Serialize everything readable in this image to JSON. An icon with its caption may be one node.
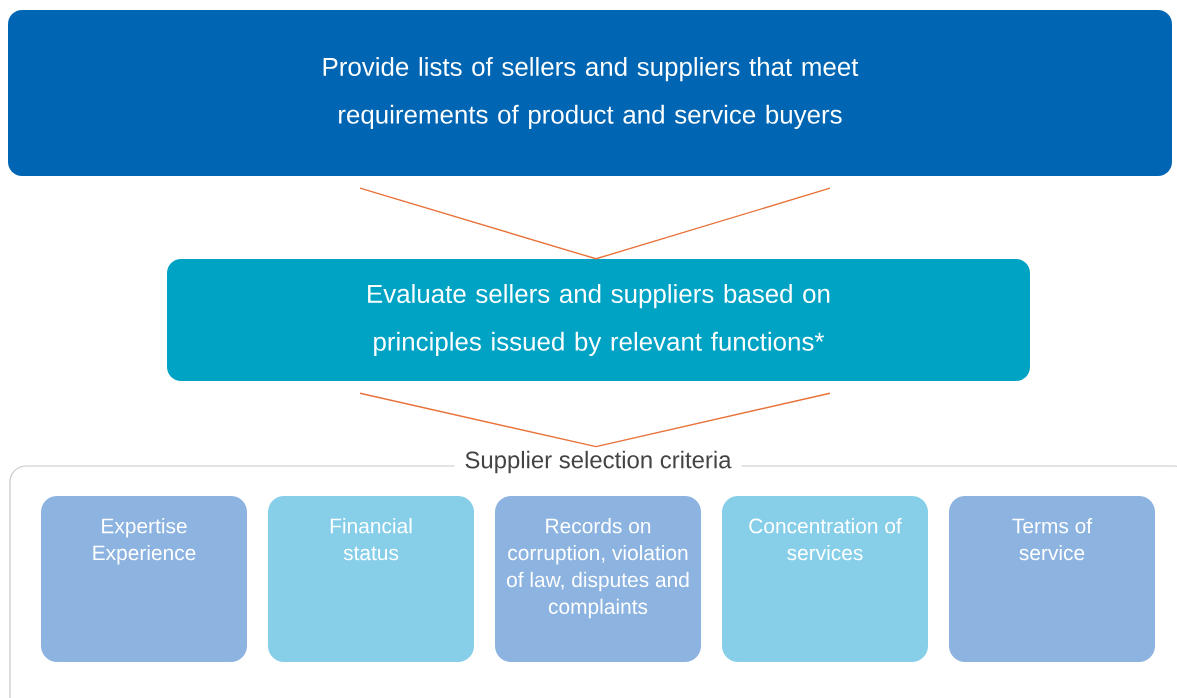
{
  "diagram": {
    "nodes": [
      {
        "text": [
          "Provide lists of sellers and suppliers that meet requirements of product and service buyers"
        ]
      },
      {
        "text": [
          "Evaluate sellers and suppliers based on principles issued by relevant functions*"
        ]
      },
      {
        "text": [
          "Supplier selection criteria"
        ]
      },
      {
        "text": [
          "Expertise Experience"
        ],
        "in": 2
      },
      {
        "text": [
          "Financial status"
        ],
        "in": 2
      },
      {
        "text": [
          "Records on corruption, violation of law, disputes and complaints"
        ],
        "in": 2
      },
      {
        "text": [
          "Concentration of services"
        ],
        "in": 2
      },
      {
        "text": [
          "Terms of service"
        ],
        "in": 2
      }
    ],
    "edges": [
      {
        "from": 0,
        "to": 1,
        "arrow": "none"
      },
      {
        "from": 1,
        "to": 2,
        "arrow": "none"
      }
    ]
  }
}
